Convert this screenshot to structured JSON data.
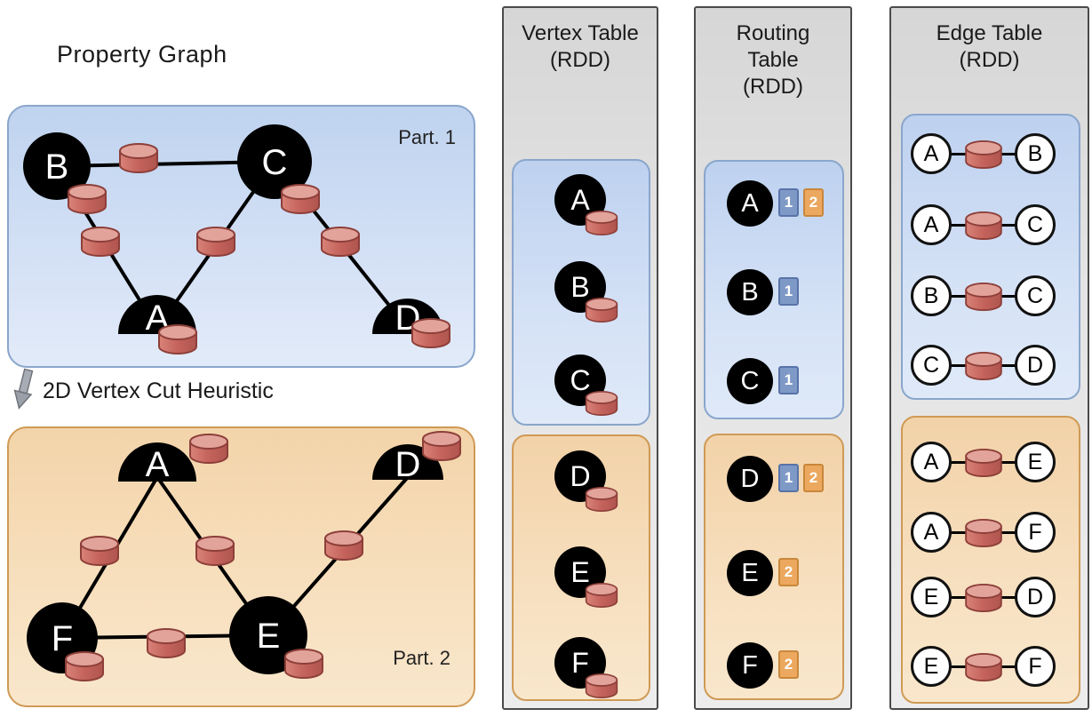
{
  "property_graph": {
    "title": "Property Graph",
    "arrow_label": "2D Vertex Cut Heuristic",
    "part1_label": "Part. 1",
    "part2_label": "Part. 2",
    "part1_vertices": [
      "B",
      "C",
      "A",
      "D"
    ],
    "part2_vertices": [
      "A",
      "D",
      "F",
      "E"
    ],
    "part1_edges": [
      [
        "B",
        "C"
      ],
      [
        "B",
        "A"
      ],
      [
        "C",
        "A"
      ],
      [
        "C",
        "D"
      ]
    ],
    "part2_edges": [
      [
        "A",
        "F"
      ],
      [
        "A",
        "E"
      ],
      [
        "E",
        "D"
      ],
      [
        "F",
        "E"
      ]
    ]
  },
  "vertex_table": {
    "title_line1": "Vertex Table",
    "title_line2": "(RDD)",
    "part1": [
      "A",
      "B",
      "C"
    ],
    "part2": [
      "D",
      "E",
      "F"
    ]
  },
  "routing_table": {
    "title_line1": "Routing",
    "title_line2": "Table",
    "title_line3": "(RDD)",
    "part1": [
      {
        "vertex": "A",
        "partitions": [
          "1",
          "2"
        ]
      },
      {
        "vertex": "B",
        "partitions": [
          "1"
        ]
      },
      {
        "vertex": "C",
        "partitions": [
          "1"
        ]
      }
    ],
    "part2": [
      {
        "vertex": "D",
        "partitions": [
          "1",
          "2"
        ]
      },
      {
        "vertex": "E",
        "partitions": [
          "2"
        ]
      },
      {
        "vertex": "F",
        "partitions": [
          "2"
        ]
      }
    ]
  },
  "edge_table": {
    "title_line1": "Edge Table",
    "title_line2": "(RDD)",
    "part1": [
      [
        "A",
        "B"
      ],
      [
        "A",
        "C"
      ],
      [
        "B",
        "C"
      ],
      [
        "C",
        "D"
      ]
    ],
    "part2": [
      [
        "A",
        "E"
      ],
      [
        "A",
        "F"
      ],
      [
        "E",
        "D"
      ],
      [
        "E",
        "F"
      ]
    ]
  },
  "icons": {
    "cut_arrow": "pencil-arrow-down",
    "property_cylinder": "database-cylinder"
  },
  "colors": {
    "partition1_fill": "#bfd3ef",
    "partition1_border": "#8aa6cc",
    "partition2_fill": "#f3d4aa",
    "partition2_border": "#cf9a55",
    "table_fill": "#dedede",
    "table_border": "#4a4a4a",
    "cylinder_body": "#c4635c",
    "cylinder_top": "#e2a39b",
    "badge_blue": "#7f99c7",
    "badge_orange": "#eba85e",
    "vertex_fill": "#000000"
  }
}
